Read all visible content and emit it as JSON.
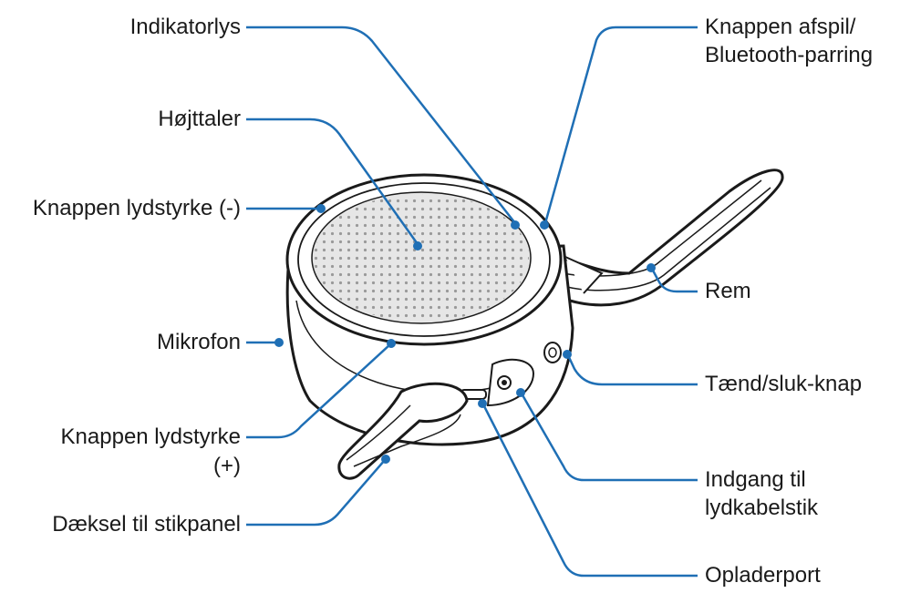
{
  "colors": {
    "leader_line": "#1f6fb5",
    "outline": "#1a1a1a",
    "grille": "#d9d9d9"
  },
  "labels": {
    "indikatorlys": "Indikatorlys",
    "hojttaler": "Højttaler",
    "lydstyrke_minus": "Knappen lydstyrke (-)",
    "mikrofon": "Mikrofon",
    "lydstyrke_plus_line1": "Knappen lydstyrke",
    "lydstyrke_plus_line2": "(+)",
    "daeksel": "Dæksel til stikpanel",
    "afspil_line1": "Knappen afspil/",
    "afspil_line2": "Bluetooth-parring",
    "rem": "Rem",
    "taend_sluk": "Tænd/sluk-knap",
    "indgang_line1": "Indgang til",
    "indgang_line2": "lydkabelstik",
    "opladerport": "Opladerport"
  }
}
